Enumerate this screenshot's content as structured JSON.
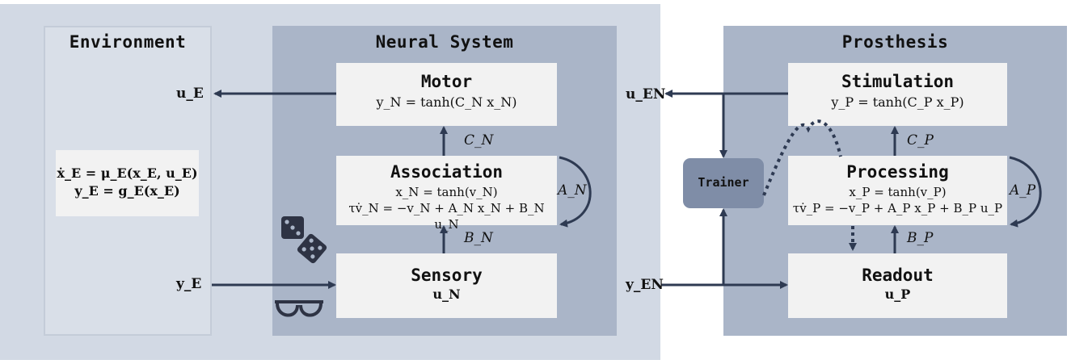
{
  "panels": {
    "environment": {
      "title": "Environment",
      "equation_line1": "ẋ_E = μ_E(x_E, u_E)",
      "equation_line2": "y_E = g_E(x_E)",
      "output_label": "u_E",
      "input_label": "y_E"
    },
    "neural_system": {
      "title": "Neural System",
      "motor": {
        "title": "Motor",
        "equation": "y_N = tanh(C_N x_N)"
      },
      "association": {
        "title": "Association",
        "equation_line1": "x_N = tanh(v_N)",
        "equation_line2": "τv̇_N = −v_N + A_N x_N + B_N u_N"
      },
      "sensory": {
        "title": "Sensory",
        "equation": "u_N"
      },
      "label_c": "C_N",
      "label_b": "B_N",
      "label_a": "A_N"
    },
    "prosthesis": {
      "title": "Prosthesis",
      "stimulation": {
        "title": "Stimulation",
        "equation": "y_P = tanh(C_P x_P)"
      },
      "processing": {
        "title": "Processing",
        "equation_line1": "x_P = tanh(v_P)",
        "equation_line2": "τv̇_P = −v_P + A_P x_P + B_P u_P"
      },
      "readout": {
        "title": "Readout",
        "equation": "u_P"
      },
      "label_c": "C_P",
      "label_b": "B_P",
      "label_a": "A_P"
    },
    "trainer": {
      "label": "Trainer"
    },
    "interface": {
      "output_label": "u_EN",
      "input_label": "y_EN"
    }
  },
  "icons": [
    "dice-icon",
    "glasses-icon"
  ],
  "colors": {
    "outer_panel": "#d2d9e4",
    "inner_panel": "#aab5c8",
    "box": "#f2f2f2",
    "trainer": "#7f8da7",
    "arrow": "#2e3a52"
  }
}
